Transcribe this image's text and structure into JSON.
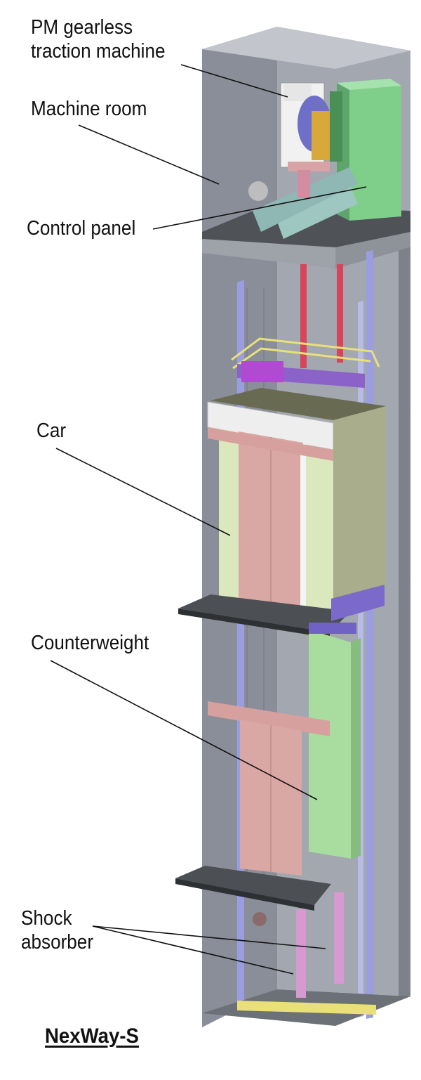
{
  "title": "NexWay-S",
  "labels": {
    "pm_line1": "PM gearless",
    "pm_line2": "traction machine",
    "machine_room": "Machine room",
    "control_panel": "Control panel",
    "car": "Car",
    "counterweight": "Counterweight",
    "shock_line1": "Shock",
    "shock_line2": "absorber"
  },
  "colors": {
    "shaft_side": "#8a8e98",
    "shaft_back": "#a3a7b0",
    "machine_floor": "#4f5358",
    "control_panel": "#7fcf8a",
    "car_door": "#d9a7a4",
    "car_panel": "#dbe7bc",
    "counterweight": "#a9dd9f",
    "rail": "#9a9ee0",
    "rope": "#d8455a",
    "frame": "#8a62c8",
    "leader_line": "#111111"
  }
}
